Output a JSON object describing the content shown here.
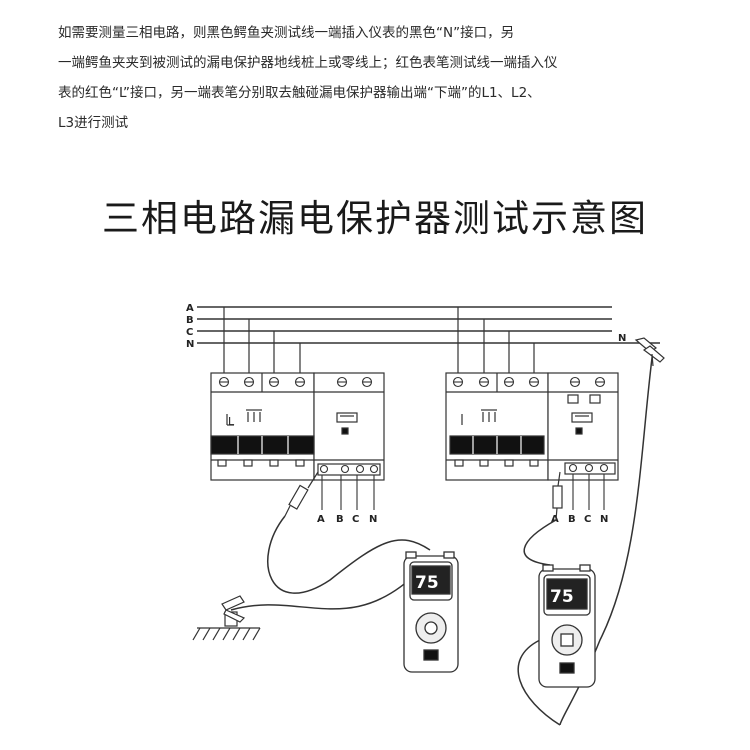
{
  "paragraph_lines": [
    "如需要测量三相电路，则黑色鳄鱼夹测试线一端插入仪表的黑色“N”接口，另",
    "一端鳄鱼夹夹到被测试的漏电保护器地线桩上或零线上；红色表笔测试线一端插入仪",
    "表的红色“L”接口，另一端表笔分别取去触碰漏电保护器输出端“下端”的L1、L2、",
    "L3进行测试"
  ],
  "title": "三相电路漏电保护器测试示意图",
  "bus_labels": [
    "A",
    "B",
    "C",
    "N"
  ],
  "bus_n_right_label": "N",
  "terminal_labels_left": [
    "A",
    "B",
    "C",
    "N"
  ],
  "terminal_labels_right": [
    "A",
    "B",
    "C",
    "N"
  ],
  "meter_left_reading": "75",
  "meter_right_reading": "75",
  "breaker_left_tag": "L",
  "colors": {
    "line": "#333333",
    "panel": "#ffffff",
    "bar": "#111111",
    "ground": "#333333"
  }
}
